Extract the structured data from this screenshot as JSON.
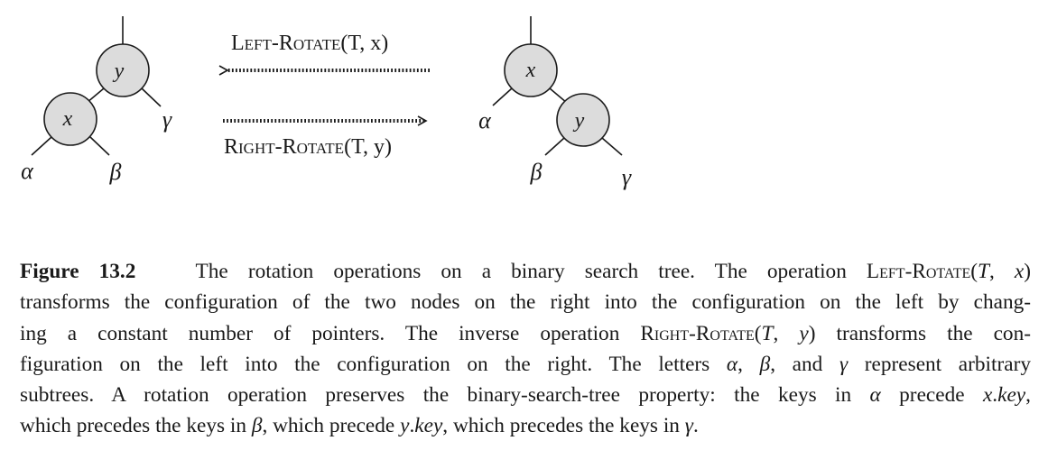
{
  "figure": {
    "left_tree": {
      "top_node": "y",
      "child_node": "x",
      "alpha": "α",
      "beta": "β",
      "gamma": "γ"
    },
    "right_tree": {
      "top_node": "x",
      "child_node": "y",
      "alpha": "α",
      "beta": "β",
      "gamma": "γ"
    },
    "left_rotate": {
      "name": "Left-Rotate",
      "args": "(T, x)"
    },
    "right_rotate": {
      "name": "Right-Rotate",
      "args": "(T, y)"
    },
    "colors": {
      "node_fill": "#dcdcdc",
      "stroke": "#1a1a1a"
    }
  },
  "caption": {
    "label": "Figure 13.2",
    "l1_a": "The rotation operations on a binary search tree. The operation ",
    "l1_sc": "Left-Rotate",
    "l1_b": "(",
    "l1_T": "T",
    "l1_c": ", ",
    "l1_x": "x",
    "l1_d": ")",
    "l2": "transforms the configuration of the two nodes on the right into the configuration on the left by chang-",
    "l3_a": "ing a constant number of pointers. The inverse operation ",
    "l3_sc": "Right-Rotate",
    "l3_b": "(",
    "l3_T": "T",
    "l3_c": ", ",
    "l3_y": "y",
    "l3_d": ") transforms the con-",
    "l4_a": "figuration on the left into the configuration on the right. The letters ",
    "l4_alpha": "α",
    "l4_b": ", ",
    "l4_beta": "β",
    "l4_c": ", and ",
    "l4_gamma": "γ",
    "l4_d": " represent arbitrary",
    "l5_a": "subtrees. A rotation operation preserves the binary-search-tree property: the keys in ",
    "l5_alpha": "α",
    "l5_b": " precede ",
    "l5_x": "x",
    "l5_dot": ".",
    "l5_key": "key",
    "l5_c": ",",
    "l6_a": "which precedes the keys in ",
    "l6_beta": "β",
    "l6_b": ", which precede ",
    "l6_y": "y",
    "l6_dot": ".",
    "l6_key": "key",
    "l6_c": ", which precedes the keys in ",
    "l6_gamma": "γ",
    "l6_d": "."
  }
}
